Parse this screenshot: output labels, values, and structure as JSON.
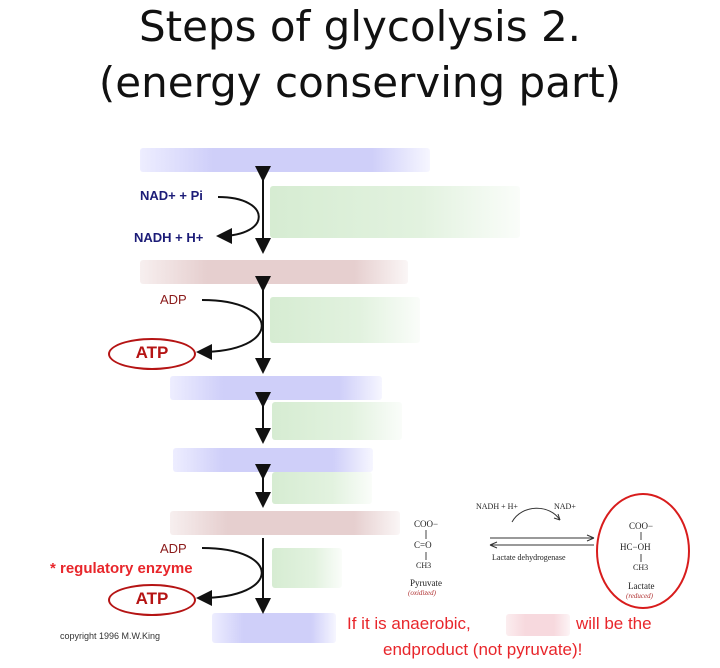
{
  "title": {
    "line1": "Steps of glycolysis 2.",
    "line2": "(energy conserving part)"
  },
  "pathway": {
    "step1": {
      "in": "NAD+ + Pi",
      "out": "NADH + H+"
    },
    "step2": {
      "in": "ADP",
      "out": "ATP"
    },
    "step5": {
      "in": "ADP",
      "out": "ATP",
      "note": "* regulatory enzyme"
    }
  },
  "copyright": "copyright 1996 M.W.King",
  "lactate_inset": {
    "cofactor_in": "NADH + H+",
    "cofactor_out": "NAD+",
    "enzyme": "Lactate dehydrogenase",
    "pyruvate": {
      "label": "Pyruvate",
      "state": "(oxidized)",
      "formula": [
        "COO−",
        "C=O",
        "CH3"
      ]
    },
    "lactate": {
      "label": "Lactate",
      "state": "(reduced)",
      "formula": [
        "COO−",
        "HC−OH",
        "CH3"
      ]
    }
  },
  "note": {
    "line1_a": "If it is anaerobic,",
    "line1_b": "will be the",
    "line2": "endproduct (not pyruvate)!"
  },
  "colors": {
    "accent_red": "#e8262b",
    "dark_red": "#b51414",
    "nad_blue": "#1c1c78",
    "metabolite_blue": "#cfcff9",
    "metabolite_pink": "#e6cfcf",
    "enzyme_green": "#d6ecd2"
  }
}
